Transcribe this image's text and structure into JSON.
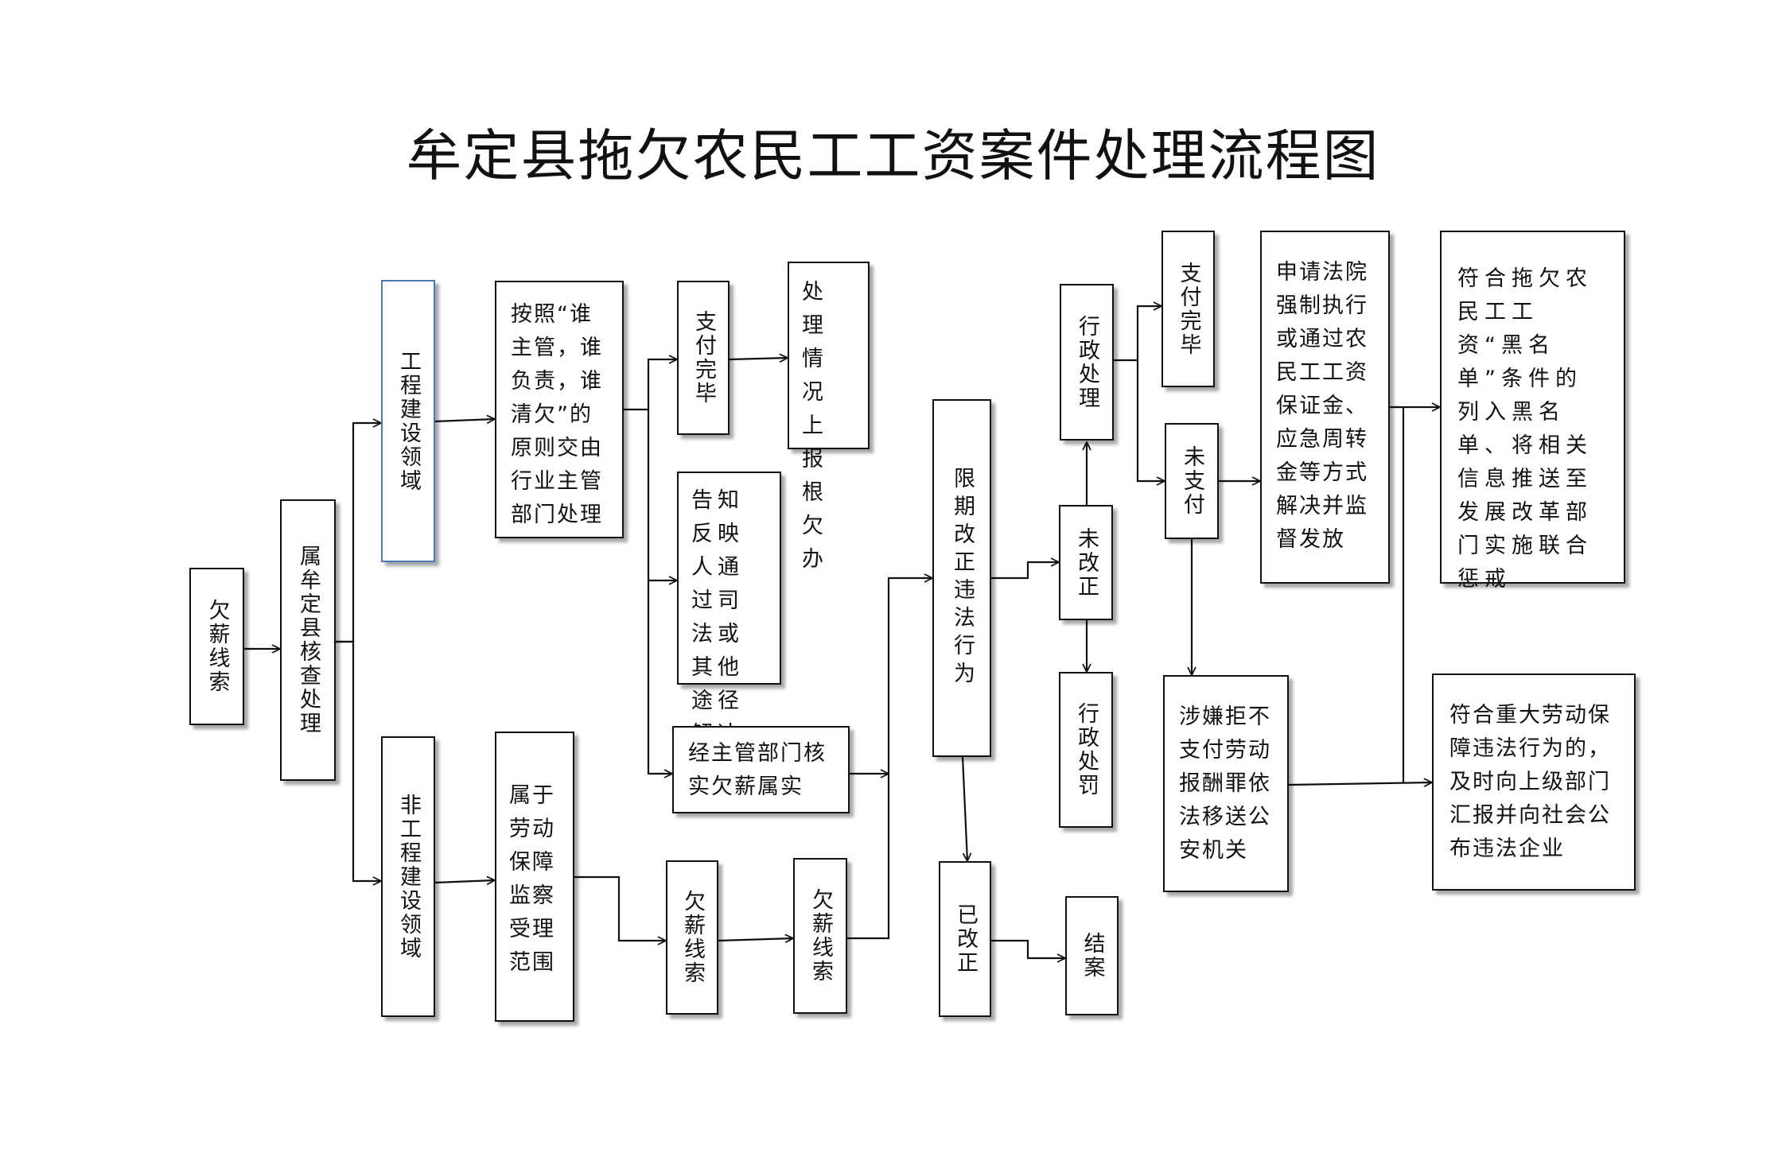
{
  "title": "牟定县拖欠农民工工资案件处理流程图",
  "nodes": {
    "clue": "欠薪线索",
    "county": "属牟定县核查处理",
    "engineering": "工程建设领域",
    "non_engineering": "非工程建设领域",
    "principle": "按照“谁主管，谁负责，谁清欠”的原则交由行业主管部门处理",
    "paid1": "支付完毕",
    "report": "处理情况上报根欠办",
    "inform": "告知反映人通过司法或其他途径解决",
    "verified": "经主管部门核实欠薪属实",
    "labor_scope": "属于劳动保障监察受理范围",
    "clue2": "欠薪线索",
    "clue3": "欠薪线索",
    "rectify": "限期改正违法行为",
    "admin_handle": "行政处理",
    "not_corrected": "未改正",
    "admin_penalty": "行政处罚",
    "corrected": "已改正",
    "closed": "结案",
    "paid2": "支付完毕",
    "unpaid": "未支付",
    "court": "申请法院强制执行或通过农民工工资保证金、应急周转金等方式解决并监督发放",
    "blacklist": "符合拖欠农民工工资“黑名单”条件的列入黑名单、将相关信息推送至发展改革部门实施联合惩戒",
    "police": "涉嫌拒不支付劳动报酬罪依法移送公安机关",
    "publish": "符合重大劳动保障违法行为的，及时向上级部门汇报并向社会公布违法企业"
  }
}
